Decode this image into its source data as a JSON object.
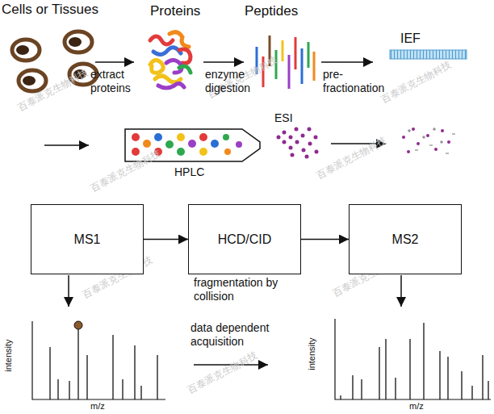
{
  "diagram": {
    "nodes": [
      {
        "text": [
          "MS1"
        ]
      },
      {
        "text": [
          "HCD/CID"
        ]
      },
      {
        "text": [
          "MS2"
        ]
      }
    ],
    "edges": [
      {
        "from": 0,
        "to": 1,
        "arrow": "to"
      },
      {
        "from": 1,
        "to": 2,
        "arrow": "to"
      }
    ],
    "labels": [
      "Cells or Tissues",
      "Proteins",
      "Peptides",
      "IEF",
      "extract proteins",
      "enzyme digestion",
      "pre- fractionation",
      "HPLC",
      "ESI",
      "fragmentation by collision",
      "intensity",
      "m/z",
      "data dependent acquisition",
      "intensity",
      "m/z",
      "百泰派克生物科技",
      "百泰派克生物科技",
      "百泰派克生物科技",
      "百泰派克生物科技",
      "百泰派克生物科技",
      "百泰派克生物科技",
      "百泰派克生物科技",
      "百泰派克生物科技"
    ]
  }
}
